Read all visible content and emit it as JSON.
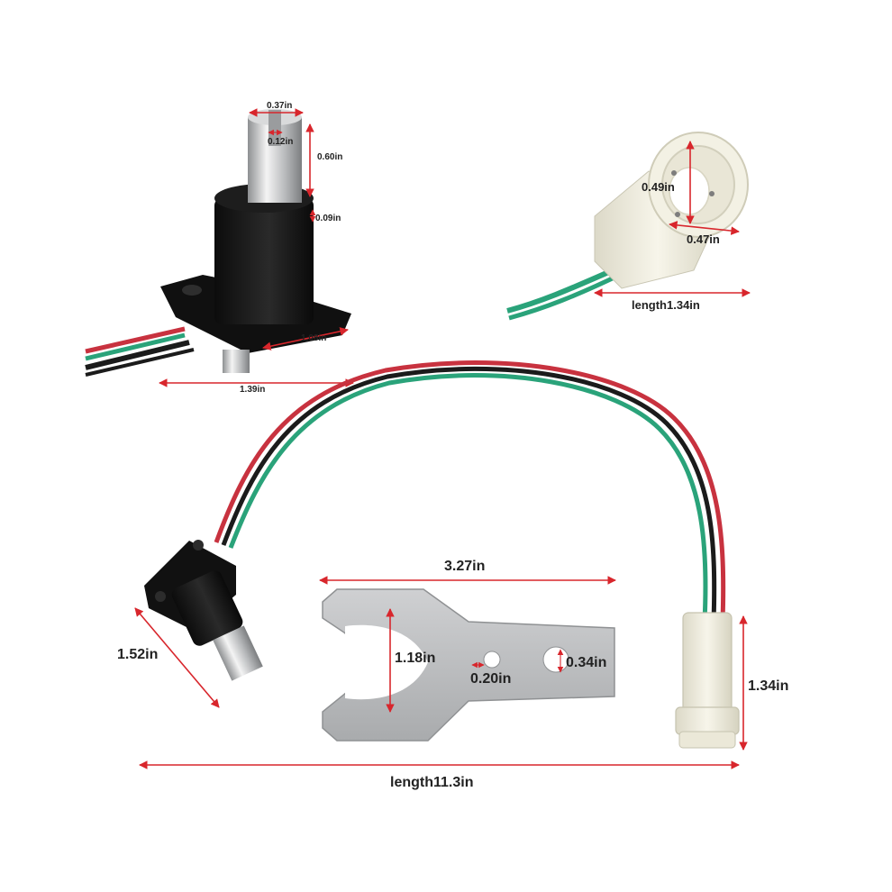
{
  "colors": {
    "dimension_line": "#d8262c",
    "wire_red": "#c8323f",
    "wire_green": "#2aa37a",
    "wire_black": "#1b1b1b",
    "sensor_body": "#141414",
    "connector_body": "#f1efe3",
    "bracket_metal": "#bdbec0"
  },
  "icons": [
    "sensor-icon",
    "connector-icon",
    "bracket-icon",
    "wire-harness-icon"
  ],
  "sensor_detail": {
    "shaft_width": "0.37in",
    "slot_width": "0.12in",
    "shaft_height": "0.60in",
    "collar": "0.09in",
    "flange_depth": "1.08in",
    "base_width": "1.39in"
  },
  "connector_detail": {
    "height": "0.49in",
    "width": "0.47in",
    "length": "length1.34in"
  },
  "assembly": {
    "sensor_length": "1.52in",
    "bracket_length": "3.27in",
    "bracket_opening": "1.18in",
    "small_hole": "0.20in",
    "large_hole": "0.34in",
    "connector_height": "1.34in",
    "total_length": "length11.3in"
  }
}
